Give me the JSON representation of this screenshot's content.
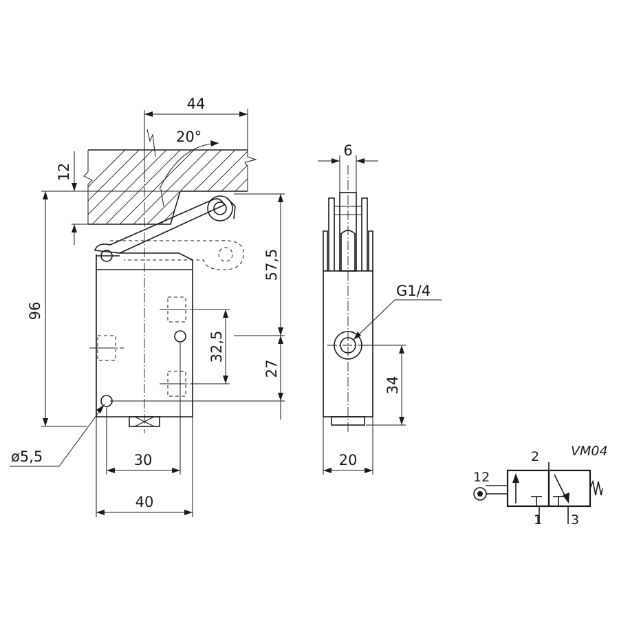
{
  "front_view": {
    "dim_width_top": "44",
    "dim_angle": "20°",
    "dim_cam_height": "12",
    "dim_total_height": "96",
    "dim_pivot_height": "57,5",
    "dim_port_offset": "32,5",
    "dim_lower_height": "27",
    "dim_hole_dia": "ø5,5",
    "dim_hole_spacing": "30",
    "dim_body_width": "40"
  },
  "side_view": {
    "dim_roller_width": "6",
    "dim_thread": "G1/4",
    "dim_port_height": "34",
    "dim_body_depth": "20"
  },
  "symbol": {
    "model": "VM04",
    "port_outlet": "2",
    "port_inlet": "1",
    "port_exhaust": "3",
    "port_actuator": "12"
  }
}
